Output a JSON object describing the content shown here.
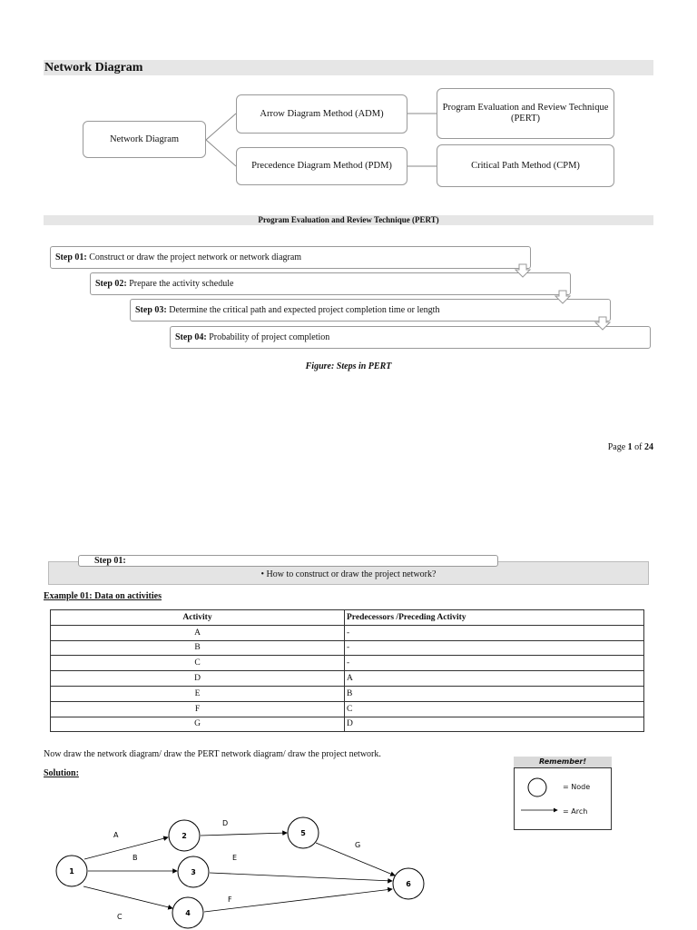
{
  "heading": "Network Diagram",
  "diagram": {
    "root": "Network Diagram",
    "adm": "Arrow Diagram Method (ADM)",
    "pdm": "Precedence Diagram Method (PDM)",
    "pert": "Program Evaluation and Review Technique (PERT)",
    "cpm": "Critical Path Method (CPM)"
  },
  "pert_section_title": "Program Evaluation and Review Technique (PERT)",
  "steps": [
    {
      "label": "Step 01:",
      "text": " Construct or draw the project network or network diagram"
    },
    {
      "label": "Step 02:",
      "text": " Prepare the activity schedule"
    },
    {
      "label": "Step 03:",
      "text": " Determine the critical path and expected project completion time or length"
    },
    {
      "label": "Step 04:",
      "text": " Probability of project completion"
    }
  ],
  "figure_caption": "Figure: Steps in PERT",
  "page": {
    "prefix": "Page ",
    "current": "1",
    "sep": " of ",
    "total": "24"
  },
  "step01_box": {
    "label": "Step 01:",
    "question": "• How to construct or draw the project network?"
  },
  "example_title": "Example 01: Data on activities",
  "table": {
    "headers": [
      "Activity",
      "Predecessors /Preceding Activity"
    ],
    "rows": [
      [
        "A",
        "-"
      ],
      [
        "B",
        "-"
      ],
      [
        "C",
        "-"
      ],
      [
        "D",
        "A"
      ],
      [
        "E",
        "B"
      ],
      [
        "F",
        "C"
      ],
      [
        "G",
        "D"
      ]
    ]
  },
  "instruction": "Now draw the network diagram/ draw the PERT network diagram/ draw the project network.",
  "solution_label": "Solution:",
  "remember": {
    "title": "Remember!",
    "node": "= Node",
    "arch": "= Arch"
  },
  "network": {
    "nodes": [
      "1",
      "2",
      "3",
      "4",
      "5",
      "6"
    ],
    "edges": [
      "A",
      "B",
      "C",
      "D",
      "E",
      "F",
      "G"
    ]
  }
}
